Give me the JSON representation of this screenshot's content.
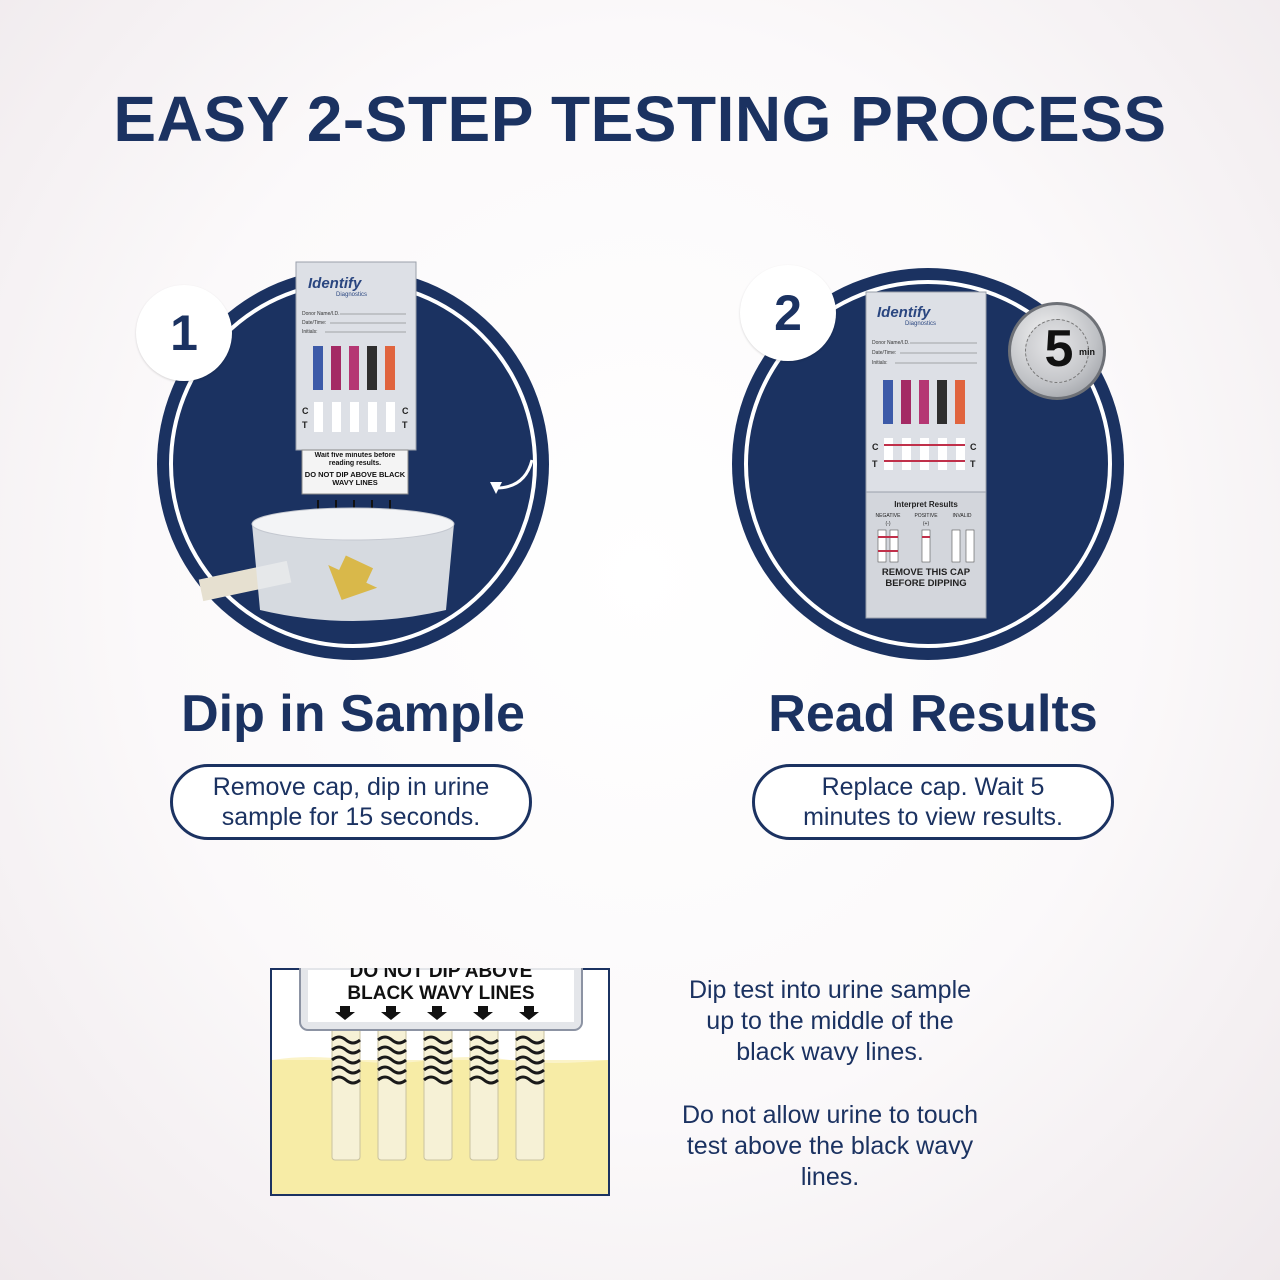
{
  "title": "EASY 2-STEP TESTING PROCESS",
  "colors": {
    "navy": "#1b3261",
    "urine": "#f7eca6"
  },
  "steps": [
    {
      "number": "1",
      "title": "Dip in Sample",
      "description": "Remove cap, dip in urine sample for 15 seconds.",
      "device": {
        "brand": "Identify",
        "brand_sub": "Diagnostics",
        "fields": [
          "Donor Name/I.D.",
          "Date/Time:",
          "Initials:"
        ],
        "c_label": "C",
        "t_label": "T",
        "wait_text": "Wait five minutes before reading results.",
        "warning": "DO NOT DIP ABOVE BLACK WAVY LINES"
      }
    },
    {
      "number": "2",
      "title": "Read Results",
      "description": "Replace cap. Wait 5 minutes to view results.",
      "timer": {
        "value": "5",
        "unit": "min"
      },
      "device": {
        "brand": "Identify",
        "brand_sub": "Diagnostics",
        "fields": [
          "Donor Name/I.D.",
          "Date/Time:",
          "Initials:"
        ],
        "c_label": "C",
        "t_label": "T",
        "interpret_title": "Interpret Results",
        "legend": [
          "NEGATIVE",
          "POSITIVE",
          "INVALID"
        ],
        "legend_signs": [
          "(-)",
          "(+)"
        ],
        "cap_text": "REMOVE THIS CAP BEFORE DIPPING"
      }
    }
  ],
  "closeup": {
    "top_text": "DO NOT DIP ABOVE",
    "label": "BLACK WAVY LINES"
  },
  "notes": [
    "Dip test into urine sample up to the middle of the black wavy lines.",
    "Do not allow urine to touch test above the black wavy lines."
  ]
}
